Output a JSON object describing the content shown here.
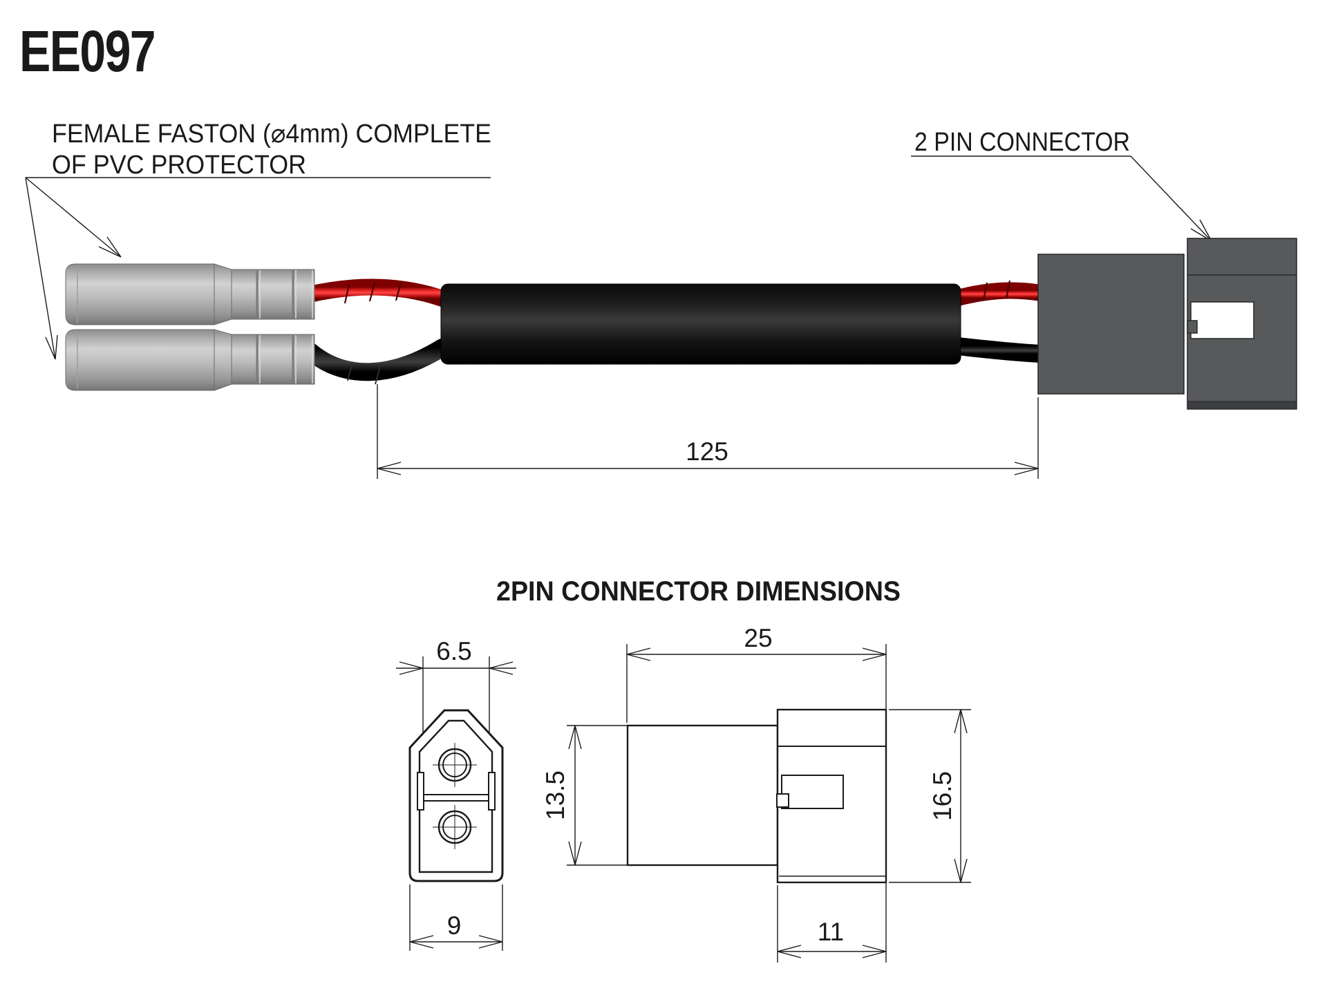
{
  "title": {
    "part_number": "EE097"
  },
  "annotations": {
    "faston_label_line1": "FEMALE FASTON (⌀4mm) COMPLETE",
    "faston_label_line2": "OF PVC PROTECTOR",
    "connector_label": "2 PIN CONNECTOR",
    "section_title": "2PIN CONNECTOR  DIMENSIONS"
  },
  "dimensions": {
    "cable_length_mm": "125",
    "front_top_width_mm": "6.5",
    "front_bottom_width_mm": "9",
    "side_total_length_mm": "25",
    "side_body_height_mm": "13.5",
    "side_total_height_mm": "16.5",
    "side_rear_length_mm": "11"
  },
  "colors": {
    "background": "#ffffff",
    "line_work": "#1a1a1a",
    "positive_wire_red": "#e02020",
    "negative_wire_black": "#141414",
    "faston_metal_gray": "#b5b5b5",
    "connector_body_gray": "#58595b",
    "resistor_black": "#101010"
  }
}
